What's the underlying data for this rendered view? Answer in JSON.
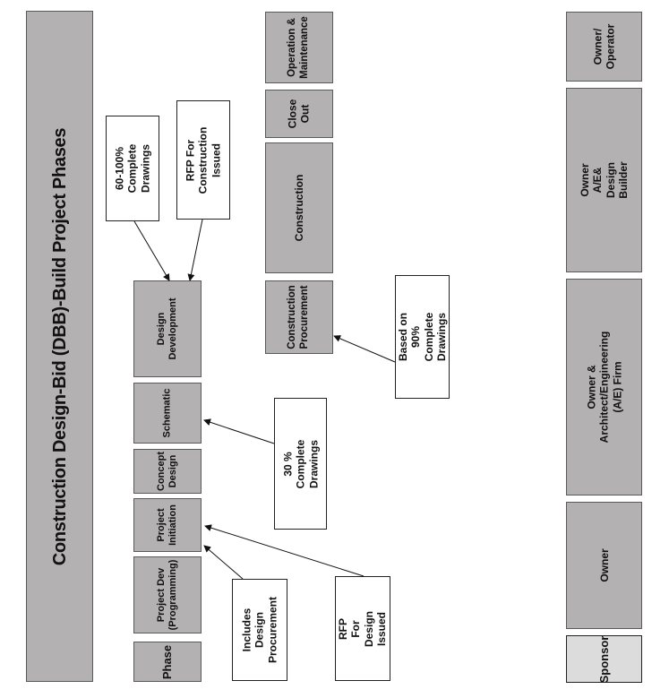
{
  "title": "Construction Design-Bid (DBB)-Build Project Phases",
  "phases": {
    "label": "Phase",
    "project_dev": "Project Dev\n(Programming)",
    "project_initiation": "Project\nInitiation",
    "concept_design": "Concept\nDesign",
    "schematic": "Schematic",
    "design_development": "Design\nDevelopment",
    "construction_procurement": "Construction\nProcurement",
    "construction": "Construction",
    "close_out": "Close\nOut",
    "operation_maintenance": "Operation &\nMaintenance"
  },
  "notes": {
    "includes_design_procurement": "Includes Design\nProcurement",
    "rfp_design": "RFP For Design\nIssued",
    "complete_30": "30 % Complete Drawings",
    "complete_60_100": "60-100% Complete\nDrawings",
    "rfp_construction": "RFP For Construction\nIssued",
    "based_on_90": "Based on 90%\nComplete Drawings"
  },
  "sponsors": {
    "label": "Sponsor",
    "owner": "Owner",
    "owner_ae": "Owner & Architect/Engineering (A/E) Firm",
    "owner_ae_db": "Owner A/E& Design Builder",
    "owner_operator": "Owner/\nOperator"
  },
  "colors": {
    "box_fill": "#b3b1b1",
    "sponsor_fill": "#dcdcdc",
    "note_fill": "#ffffff"
  }
}
